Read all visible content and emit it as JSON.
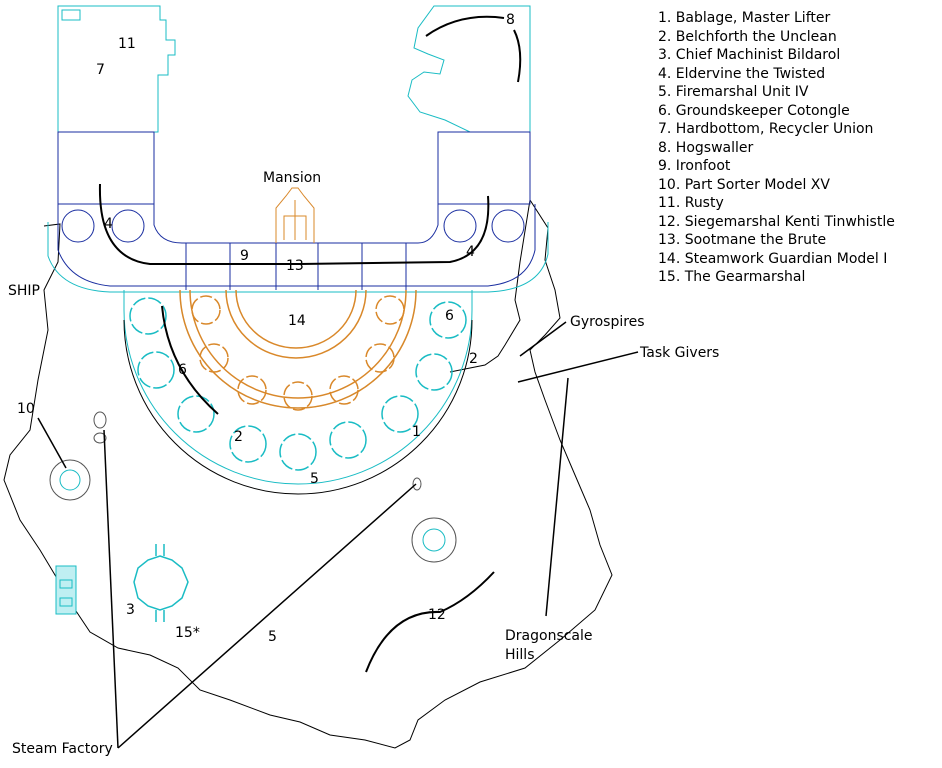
{
  "legend": [
    "1. Bablage, Master Lifter",
    "2. Belchforth the Unclean",
    "3. Chief Machinist Bildarol",
    "4. Eldervine the Twisted",
    "5. Firemarshal Unit IV",
    "6. Groundskeeper Cotongle",
    "7. Hardbottom, Recycler Union",
    "8. Hogswaller",
    "9. Ironfoot",
    "10. Part Sorter Model XV",
    "11. Rusty",
    "12. Siegemarshal Kenti Tinwhistle",
    "13. Sootmane the Brute",
    "14. Steamwork Guardian Model I",
    "15. The Gearmarshal"
  ],
  "places": {
    "mansion": "Mansion",
    "ship": "SHIP",
    "gyrospires": "Gyrospires",
    "task_givers": "Task Givers",
    "dragonscale_1": "Dragonscale",
    "dragonscale_2": "Hills",
    "steam_factory": "Steam Factory"
  },
  "markers": {
    "m11": "11",
    "m7": "7",
    "m8": "8",
    "m4a": "4",
    "m4b": "4",
    "m9": "9",
    "m13": "13",
    "m14": "14",
    "m6a": "6",
    "m6b": "6",
    "m2a": "2",
    "m2b": "2",
    "m1": "1",
    "m5a": "5",
    "m10": "10",
    "m3": "3",
    "m15": "15*",
    "m5b": "5",
    "m12": "12"
  },
  "colors": {
    "terrain": "#000000",
    "building_outline": "#1abcc4",
    "interior": "#1a2ea0",
    "arena": "#d9882a"
  }
}
